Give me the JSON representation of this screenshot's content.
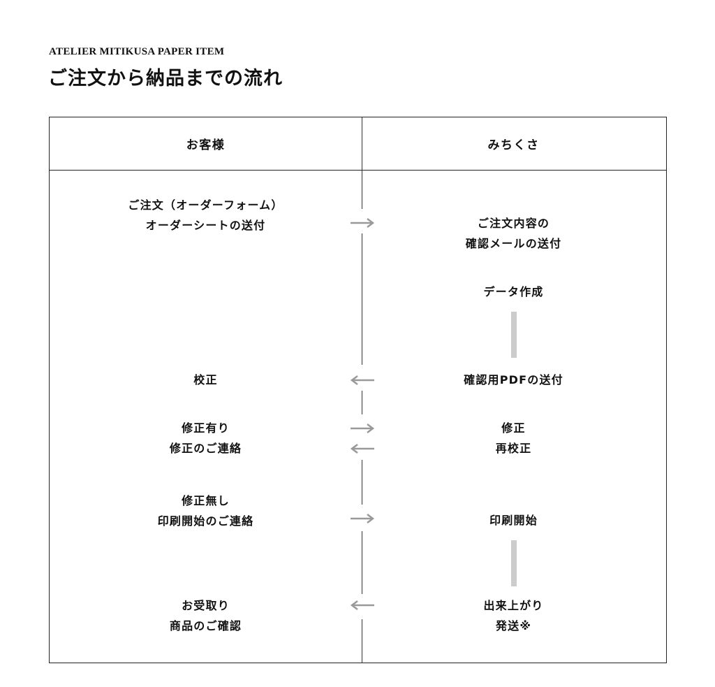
{
  "header": {
    "brand": "ATELIER MITIKUSA PAPER ITEM",
    "title": "ご注文から納品までの流れ"
  },
  "columns": {
    "customer": "お客様",
    "mitikusa": "みちくさ"
  },
  "steps": {
    "order": [
      "ご注文（オーダーフォーム）",
      "オーダーシートの送付"
    ],
    "confirm_mail": [
      "ご注文内容の",
      "確認メールの送付"
    ],
    "data_creation": "データ作成",
    "proofing": "校正",
    "send_pdf": "確認用PDFの送付",
    "revision_yes": [
      "修正有り",
      "修正のご連絡"
    ],
    "revise": [
      "修正",
      "再校正"
    ],
    "revision_no": [
      "修正無し",
      "印刷開始のご連絡"
    ],
    "print_start": "印刷開始",
    "receive": [
      "お受取り",
      "商品のご確認"
    ],
    "ship": [
      "出来上がり",
      "発送※"
    ]
  },
  "colors": {
    "border": "#222222",
    "arrow": "#999999",
    "connector_bar": "#cccccc"
  },
  "icons": {
    "arrow_right": "arrow-right-icon",
    "arrow_left": "arrow-left-icon"
  }
}
